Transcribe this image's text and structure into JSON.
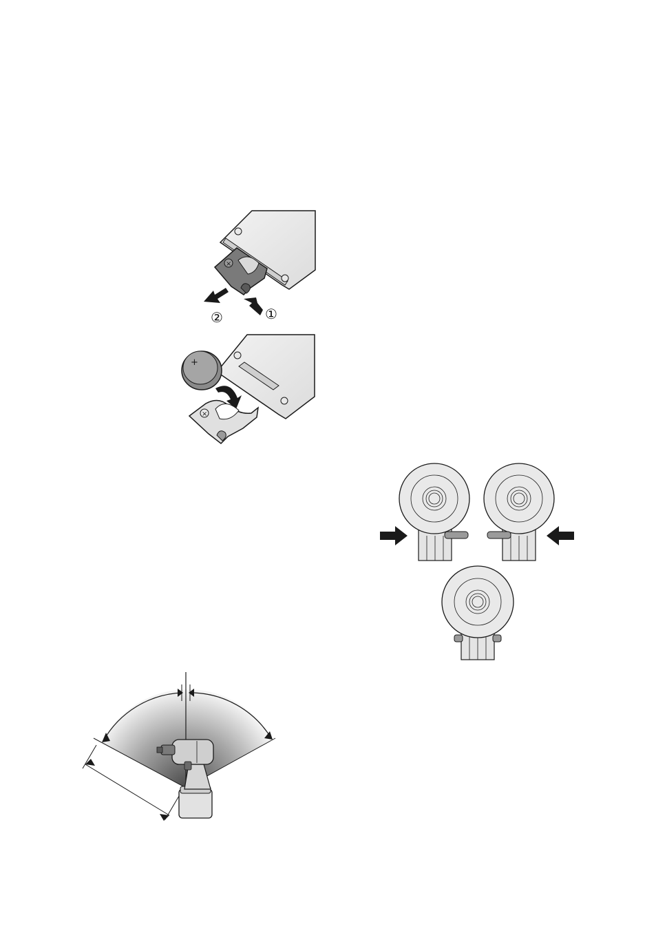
{
  "figure_battery": {
    "step1_label": "①",
    "step2_label": "②",
    "icons": [
      "remote-control-body",
      "battery-holder",
      "push-arrow",
      "pull-arrow",
      "coin-battery",
      "insert-arrow"
    ],
    "battery_polarity": "+"
  },
  "figure_switch": {
    "icons": [
      "tool-head-front",
      "direction-switch-left",
      "direction-switch-right",
      "direction-switch-neutral",
      "push-arrow-right",
      "push-arrow-left"
    ]
  },
  "figure_range": {
    "icons": [
      "impact-driver",
      "coverage-angle",
      "distance-dimension"
    ]
  },
  "colors": {
    "line": "#1a1a1a",
    "gray_panel": "#e6e6e6",
    "dark_gray": "#6f6f6f",
    "mid_gray": "#9a9a9a"
  }
}
